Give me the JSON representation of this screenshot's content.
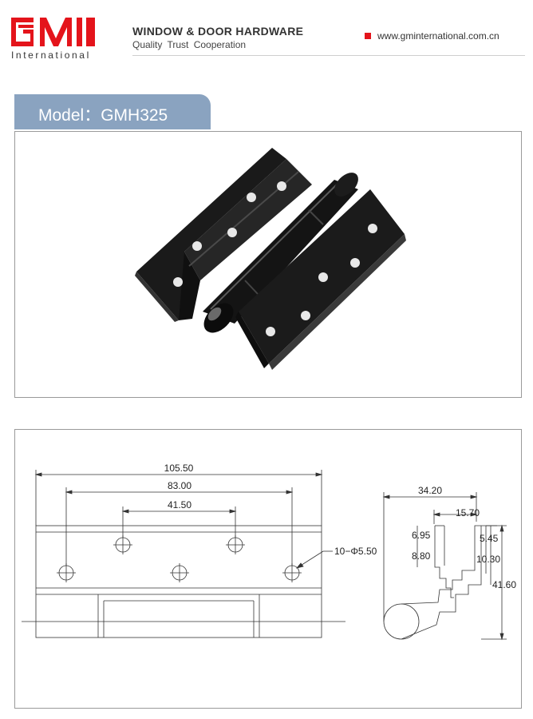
{
  "brand": {
    "logo_text": "GM",
    "name": "International",
    "title": "WINDOW & DOOR HARDWARE",
    "tagline": "Quality  Trust  Cooperation",
    "website": "www.gminternational.com.cn",
    "accent_color": "#e4141b"
  },
  "model": {
    "label": "Model：GMH325",
    "tab_color": "#8aa3c0"
  },
  "product_photo": {
    "icon": "black-aluminium-door-hinge"
  },
  "drawing": {
    "front_view": {
      "overall_width": "105.50",
      "hole_span_outer": "83.00",
      "hole_span_inner": "41.50",
      "hole_callout": "10−Φ5.50"
    },
    "side_view": {
      "overall_width": "34.20",
      "inner_width": "15.70",
      "dim_a": "6.95",
      "dim_b": "8.80",
      "dim_c": "5.45",
      "dim_d": "10.30",
      "overall_height": "41.60"
    }
  }
}
